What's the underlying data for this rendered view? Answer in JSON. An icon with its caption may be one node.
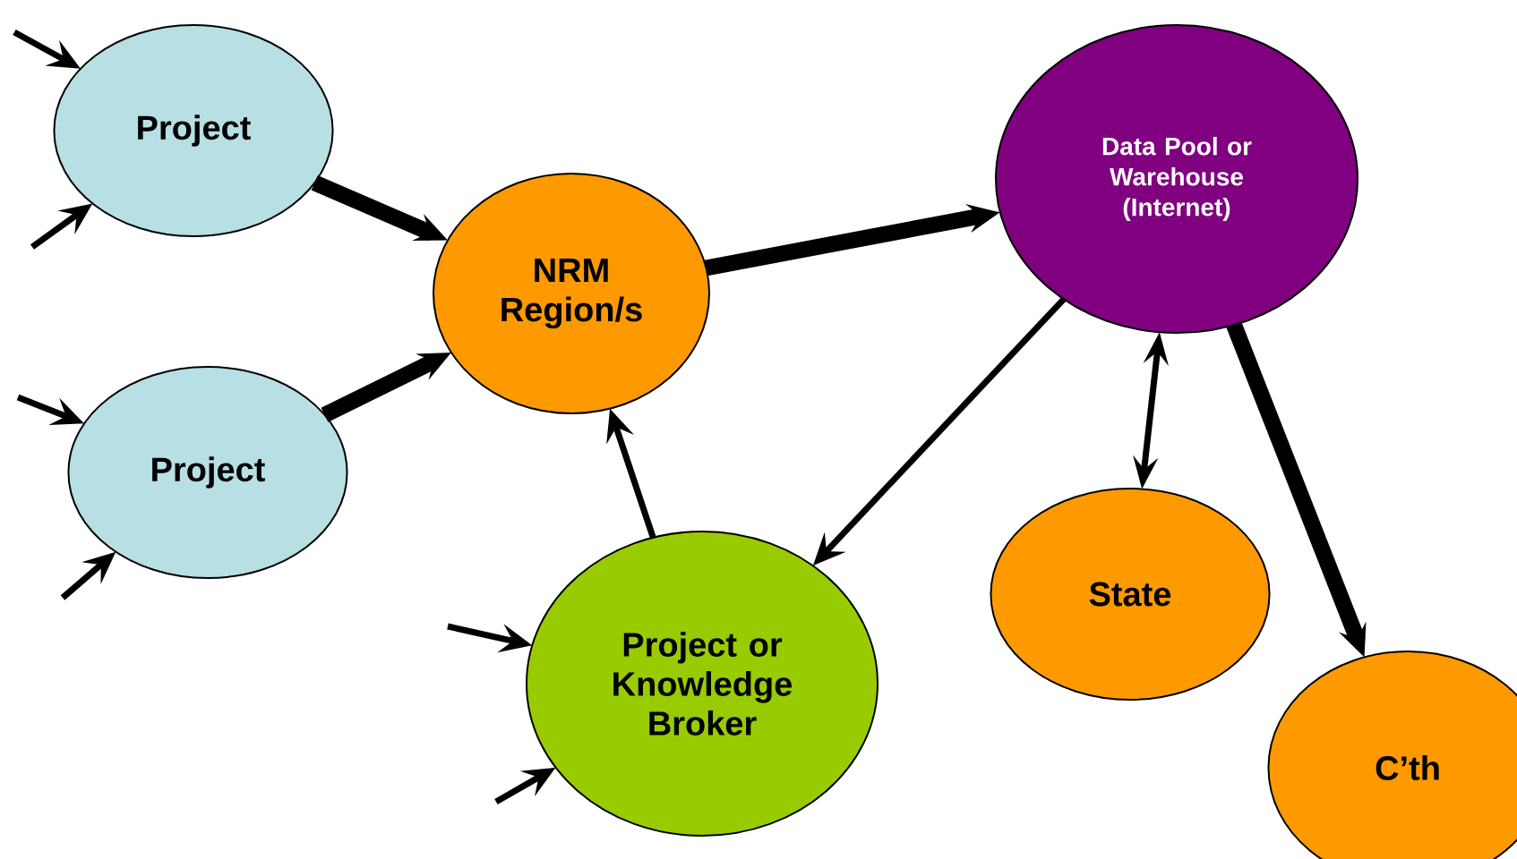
{
  "diagram": {
    "nodes": [
      {
        "text": [
          "Project"
        ]
      },
      {
        "text": [
          "Project"
        ]
      },
      {
        "text": [
          "NRM Region/s"
        ]
      },
      {
        "text": [
          "Data Pool or Warehouse (Internet)"
        ]
      },
      {
        "text": [
          "Project or Knowledge Broker"
        ]
      },
      {
        "text": [
          "State"
        ]
      },
      {
        "text": [
          "C’th"
        ]
      }
    ],
    "edges": [
      {
        "from": null,
        "to": 0,
        "arrow": "to"
      },
      {
        "from": null,
        "to": 0,
        "arrow": "to"
      },
      {
        "from": null,
        "to": 1,
        "arrow": "to"
      },
      {
        "from": null,
        "to": 1,
        "arrow": "to"
      },
      {
        "from": 0,
        "to": 2,
        "arrow": "to",
        "style": "thick"
      },
      {
        "from": 1,
        "to": 2,
        "arrow": "to",
        "style": "thick"
      },
      {
        "from": 2,
        "to": 3,
        "arrow": "to",
        "style": "thick"
      },
      {
        "from": null,
        "to": 4,
        "arrow": "to"
      },
      {
        "from": null,
        "to": 4,
        "arrow": "to"
      },
      {
        "from": 4,
        "to": 2,
        "arrow": "to"
      },
      {
        "from": 3,
        "to": 4,
        "arrow": "to"
      },
      {
        "from": 3,
        "to": 5,
        "arrow": "both"
      },
      {
        "from": 3,
        "to": 6,
        "arrow": "to",
        "style": "thick"
      }
    ]
  }
}
